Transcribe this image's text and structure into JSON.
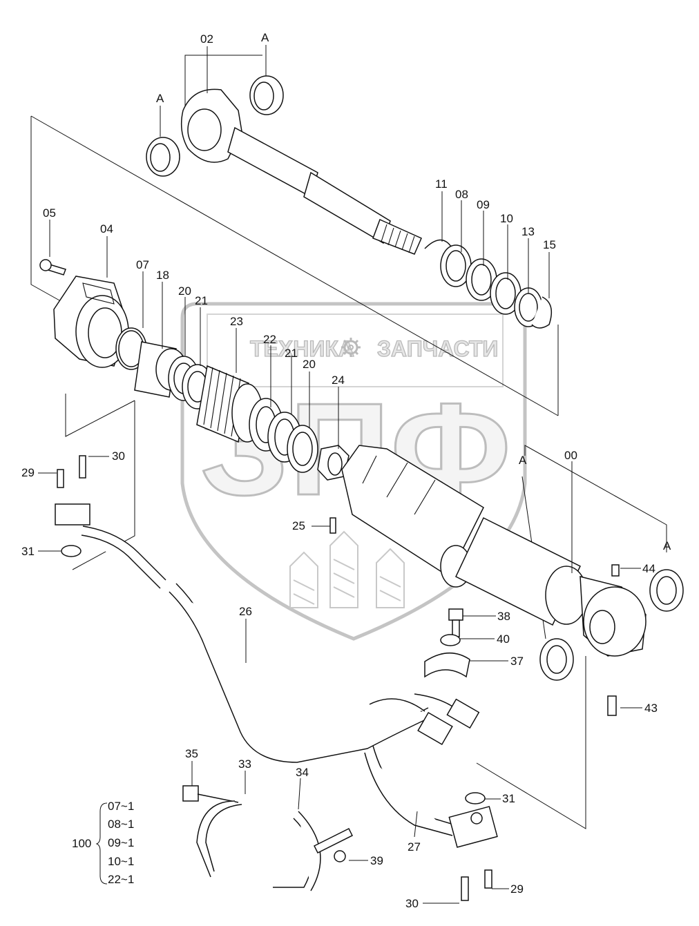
{
  "watermark": {
    "line_left": "ТЕХНИКА",
    "line_right": "ЗАПЧАСТИ",
    "logo_letters": "ЗПФ",
    "gear_icon": "gear-icon",
    "shield_icon": "shield-icon"
  },
  "section_marks": [
    "A",
    "A",
    "A",
    "A"
  ],
  "callouts": {
    "c00": "00",
    "c02": "02",
    "c04": "04",
    "c05": "05",
    "c07": "07",
    "c08": "08",
    "c09": "09",
    "c10": "10",
    "c11": "11",
    "c13": "13",
    "c15": "15",
    "c18": "18",
    "c20a": "20",
    "c20b": "20",
    "c21a": "21",
    "c21b": "21",
    "c22": "22",
    "c23": "23",
    "c24": "24",
    "c25": "25",
    "c26": "26",
    "c27": "27",
    "c29a": "29",
    "c29b": "29",
    "c30a": "30",
    "c30b": "30",
    "c31a": "31",
    "c31b": "31",
    "c33": "33",
    "c34": "34",
    "c35": "35",
    "c37": "37",
    "c38": "38",
    "c39": "39",
    "c40": "40",
    "c43": "43",
    "c44": "44"
  },
  "kit": {
    "number": "100",
    "items": [
      "07~1",
      "08~1",
      "09~1",
      "10~1",
      "22~1"
    ]
  }
}
